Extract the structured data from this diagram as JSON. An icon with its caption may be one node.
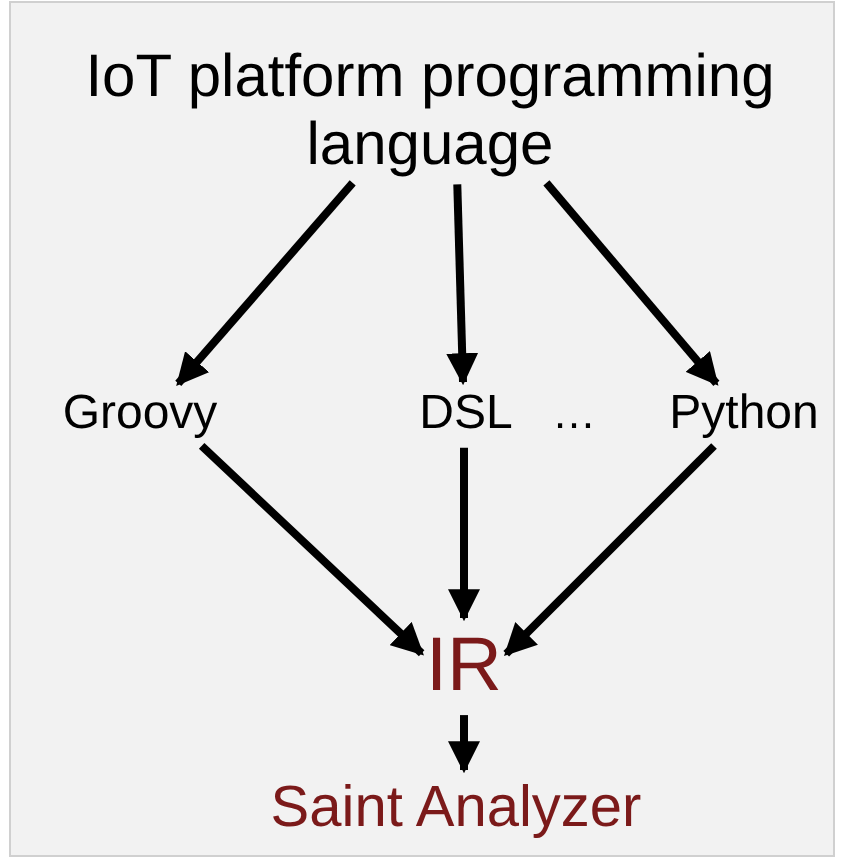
{
  "diagram": {
    "nodes": [
      {
        "text": [
          "IoT platform programming language"
        ]
      },
      {
        "text": [
          "Groovy"
        ]
      },
      {
        "text": [
          "DSL"
        ]
      },
      {
        "text": [
          "Python"
        ]
      },
      {
        "text": [
          "IR"
        ]
      },
      {
        "text": [
          "Saint Analyzer"
        ]
      }
    ],
    "edges": [
      {
        "from": 0,
        "to": 1,
        "arrow": "to"
      },
      {
        "from": 0,
        "to": 2,
        "arrow": "to"
      },
      {
        "from": 0,
        "to": 3,
        "arrow": "to"
      },
      {
        "from": 1,
        "to": 4,
        "arrow": "to"
      },
      {
        "from": 2,
        "to": 4,
        "arrow": "to"
      },
      {
        "from": 3,
        "to": 4,
        "arrow": "to"
      },
      {
        "from": 4,
        "to": 5,
        "arrow": "to"
      }
    ],
    "labels": [
      "…"
    ]
  }
}
